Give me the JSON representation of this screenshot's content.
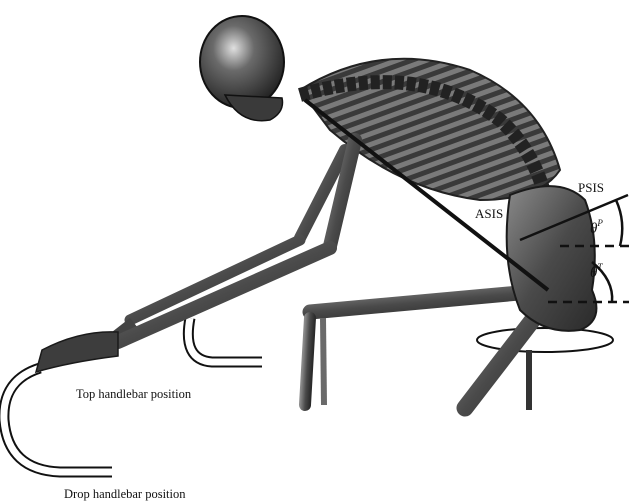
{
  "labels": {
    "psis": "PSIS",
    "asis": "ASIS",
    "theta_p": "θ",
    "theta_p_sup": "P",
    "theta_t": "θ",
    "theta_t_sup": "T",
    "top_handlebar": "Top handlebar position",
    "drop_handlebar": "Drop handlebar position"
  },
  "colors": {
    "bone": "#5a5a5a",
    "bone_dark": "#2a2a2a",
    "bone_light": "#9a9a9a",
    "line": "#111111"
  }
}
